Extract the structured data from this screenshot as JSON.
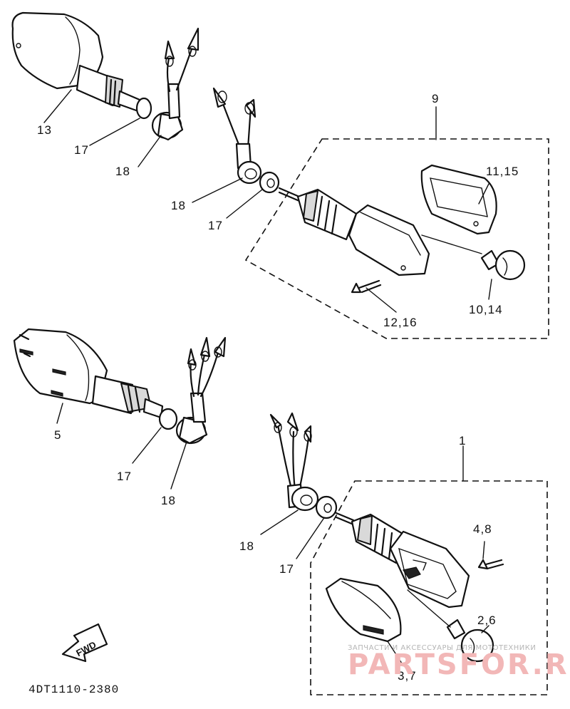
{
  "labels": {
    "p1": "1",
    "p2_6": "2,6",
    "p3_7": "3,7",
    "p4_8": "4,8",
    "p5": "5",
    "p9": "9",
    "p10_14": "10,14",
    "p11_15": "11,15",
    "p12_16": "12,16",
    "p13": "13",
    "p17a": "17",
    "p17b": "17",
    "p17c": "17",
    "p17d": "17",
    "p18a": "18",
    "p18b": "18",
    "p18c": "18",
    "p18d": "18"
  },
  "drawing_code": "4DT1110-2380",
  "fwd_arrow": "FWD",
  "watermark": {
    "line1": "ЗАПЧАСТИ И АКСЕССУАРЫ ДЛЯ МОТОТЕХНИКИ",
    "line2": "PARTSFOR.RU",
    "color": "#f2b7b7"
  },
  "icons": [
    "turn-signal-assembly",
    "bulb",
    "screw",
    "washer",
    "grommet",
    "lens",
    "forward-arrow"
  ]
}
